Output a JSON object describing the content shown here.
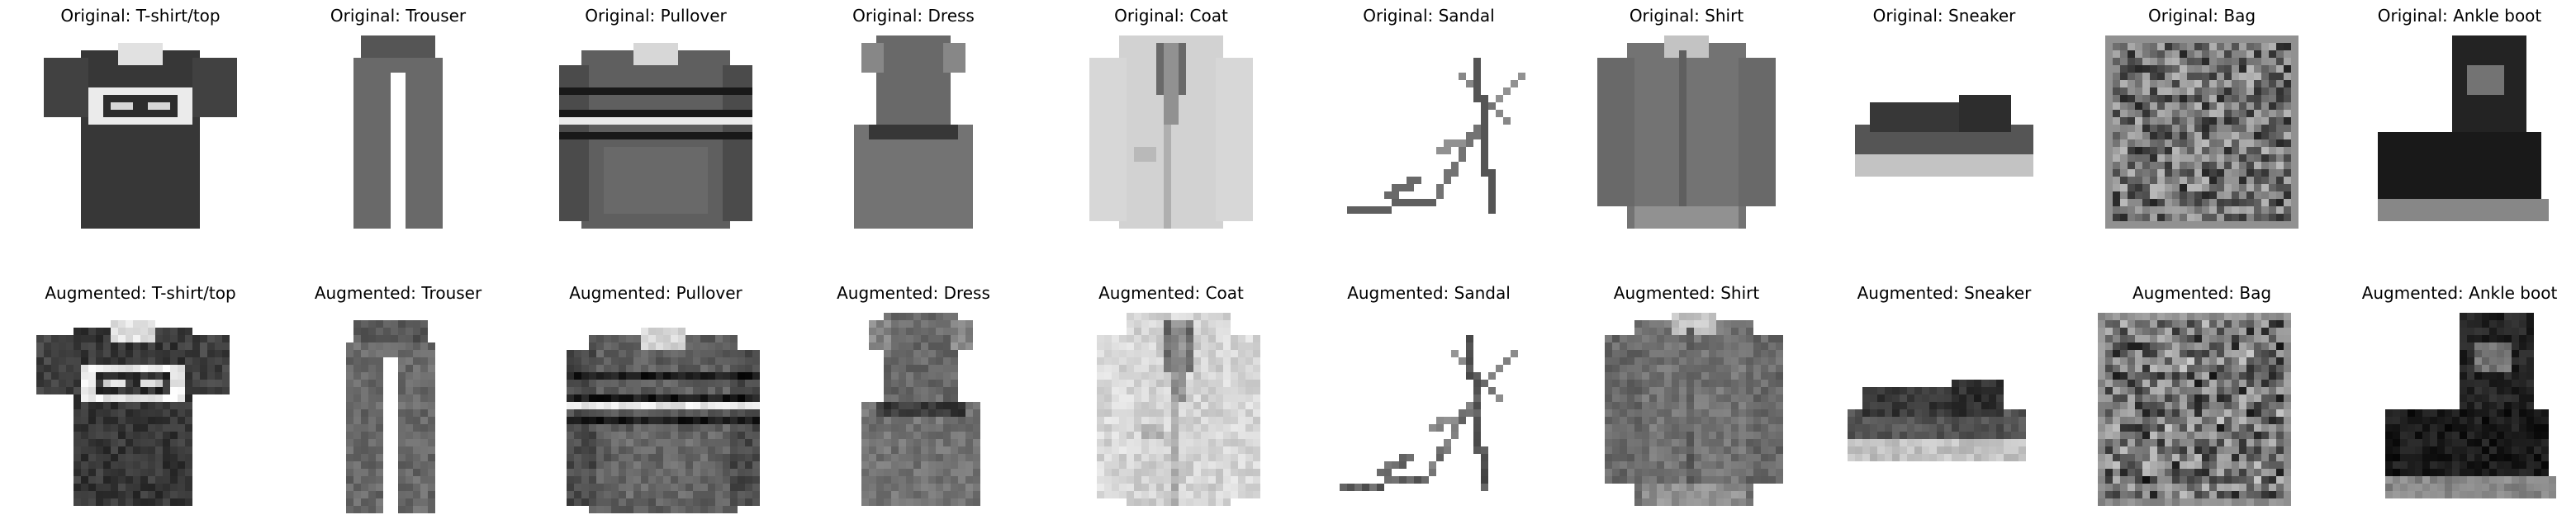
{
  "figure": {
    "rows": [
      {
        "prefix": "Original",
        "panels": [
          {
            "title": "Original: T-shirt/top",
            "item": "tshirt"
          },
          {
            "title": "Original: Trouser",
            "item": "trouser"
          },
          {
            "title": "Original: Pullover",
            "item": "pullover"
          },
          {
            "title": "Original: Dress",
            "item": "dress"
          },
          {
            "title": "Original: Coat",
            "item": "coat"
          },
          {
            "title": "Original: Sandal",
            "item": "sandal"
          },
          {
            "title": "Original: Shirt",
            "item": "shirt"
          },
          {
            "title": "Original: Sneaker",
            "item": "sneaker"
          },
          {
            "title": "Original: Bag",
            "item": "bag"
          },
          {
            "title": "Original: Ankle boot",
            "item": "boot"
          }
        ]
      },
      {
        "prefix": "Augmented",
        "panels": [
          {
            "title": "Augmented: T-shirt/top",
            "item": "tshirt"
          },
          {
            "title": "Augmented: Trouser",
            "item": "trouser"
          },
          {
            "title": "Augmented: Pullover",
            "item": "pullover"
          },
          {
            "title": "Augmented: Dress",
            "item": "dress"
          },
          {
            "title": "Augmented: Coat",
            "item": "coat"
          },
          {
            "title": "Augmented: Sandal",
            "item": "sandal"
          },
          {
            "title": "Augmented: Shirt",
            "item": "shirt"
          },
          {
            "title": "Augmented: Sneaker",
            "item": "sneaker"
          },
          {
            "title": "Augmented: Bag",
            "item": "bag"
          },
          {
            "title": "Augmented: Ankle boot",
            "item": "boot"
          }
        ]
      }
    ],
    "colormap": "gray_r"
  }
}
